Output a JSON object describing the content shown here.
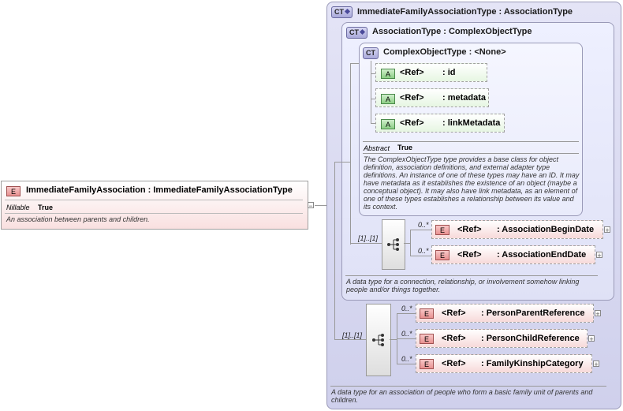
{
  "root": {
    "badge": "E",
    "title": "ImmediateFamilyAssociation : ImmediateFamilyAssociationType",
    "prop_name": "Nillable",
    "prop_value": "True",
    "doc": "An association between parents and children."
  },
  "ct_outer": {
    "badge": "CT",
    "title": "ImmediateFamilyAssociationType : AssociationType",
    "doc": "A data type for an association of people who form a basic family unit of parents and children."
  },
  "ct_middle": {
    "badge": "CT",
    "title": "AssociationType : ComplexObjectType",
    "doc": "A data type for a connection, relationship, or involvement somehow linking people and/or things together."
  },
  "ct_inner": {
    "badge": "CT",
    "title": "ComplexObjectType : <None>",
    "prop_name": "Abstract",
    "prop_value": "True",
    "doc": "The ComplexObjectType type provides a base class for object definition, association definitions, and external adapter type definitions. An instance of one of these types may have an ID. It may have metadata as it establishes the existence of an object (maybe a conceptual object). It may also have link metadata, as an element of one of these types establishes a relationship between its value and its context."
  },
  "attributes": [
    {
      "badge": "A",
      "ref": "<Ref>",
      "name": ": id"
    },
    {
      "badge": "A",
      "ref": "<Ref>",
      "name": ": metadata"
    },
    {
      "badge": "A",
      "ref": "<Ref>",
      "name": ": linkMetadata"
    }
  ],
  "middle_seq": {
    "cardinality": "[1]..[1]",
    "elements": [
      {
        "card": "0..*",
        "badge": "E",
        "ref": "<Ref>",
        "name": ": AssociationBeginDate"
      },
      {
        "card": "0..*",
        "badge": "E",
        "ref": "<Ref>",
        "name": ": AssociationEndDate"
      }
    ]
  },
  "outer_seq": {
    "cardinality": "[1]..[1]",
    "elements": [
      {
        "card": "0..*",
        "badge": "E",
        "ref": "<Ref>",
        "name": ": PersonParentReference"
      },
      {
        "card": "0..*",
        "badge": "E",
        "ref": "<Ref>",
        "name": ": PersonChildReference"
      },
      {
        "card": "0..*",
        "badge": "E",
        "ref": "<Ref>",
        "name": ": FamilyKinshipCategory"
      }
    ]
  },
  "icons": {
    "plus": "+",
    "minus": "−",
    "sequence": "sequence-icon"
  },
  "colors": {
    "complex_type": "#d8d9f2",
    "element": "#f7d9d9",
    "attribute": "#e6f6e2"
  }
}
